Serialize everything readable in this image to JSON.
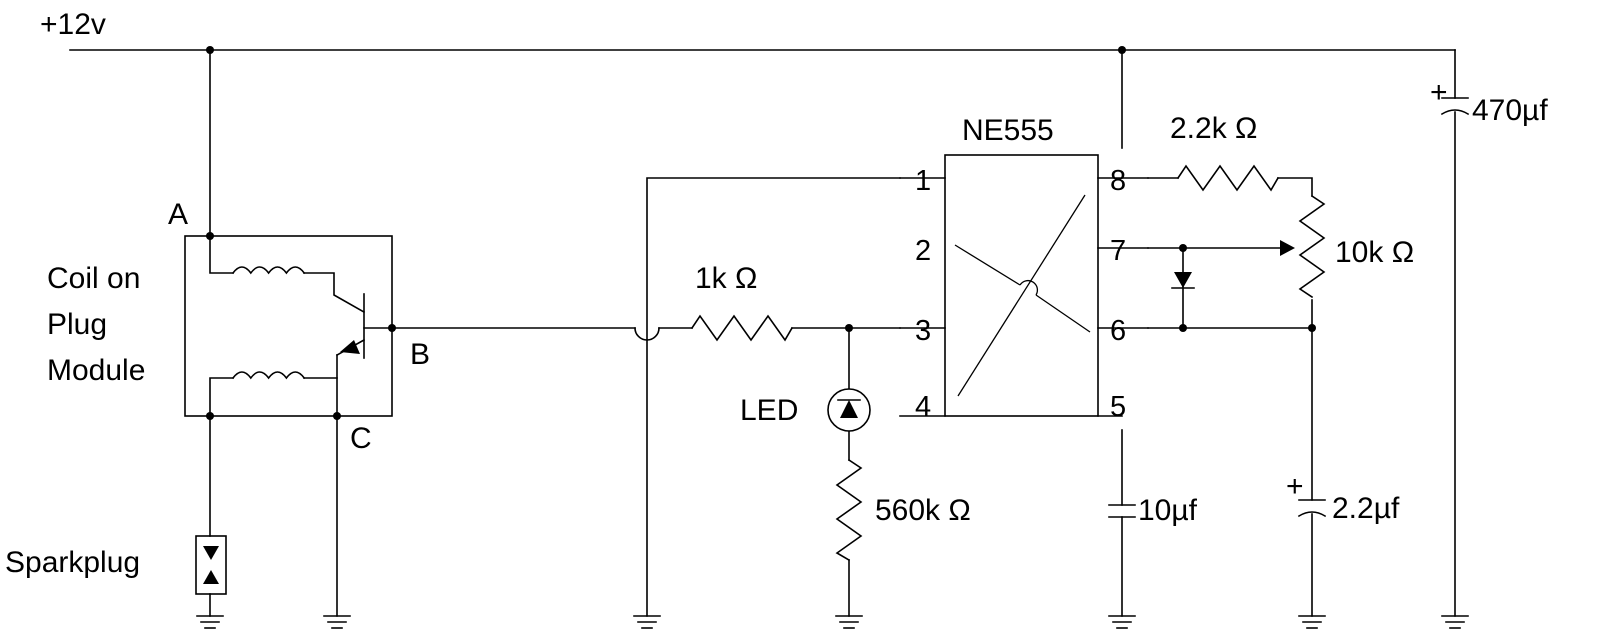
{
  "labels": {
    "supply": "+12v",
    "ic_name": "NE555",
    "module_line1": "Coil on",
    "module_line2": "Plug",
    "module_line3": "Module",
    "terminal_a": "A",
    "terminal_b": "B",
    "terminal_c": "C",
    "sparkplug": "Sparkplug",
    "led": "LED"
  },
  "components": {
    "r_base": "1k Ω",
    "r_led": "560k Ω",
    "r_timing_1": "2.2k Ω",
    "r_pot": "10k Ω",
    "c_control": "10µf",
    "c_timing": "2.2µf",
    "c_supply": "470µf",
    "cap_polarity": "+"
  },
  "pins": [
    "1",
    "2",
    "3",
    "4",
    "5",
    "6",
    "7",
    "8"
  ]
}
